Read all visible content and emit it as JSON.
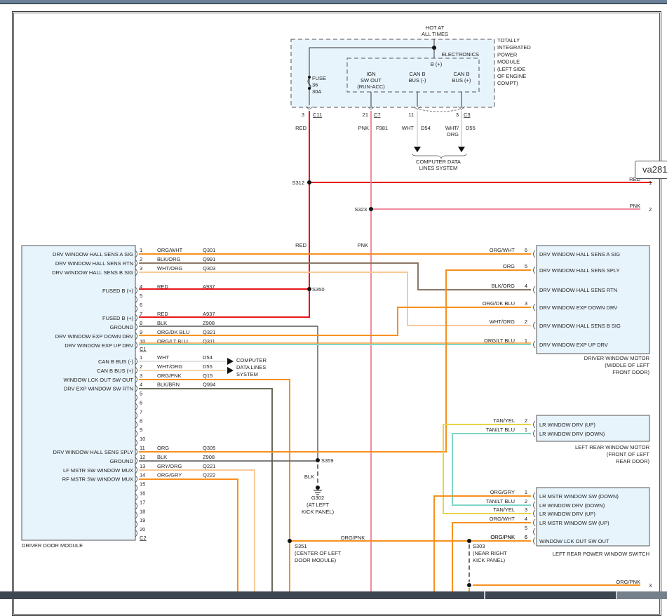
{
  "colors": {
    "red": "#e8151b",
    "pink": "#f08ca0",
    "org": "#f7901e",
    "org_light": "#f8c99a",
    "blk": "#555555",
    "brown": "#8b7765",
    "ltblu": "#7fd6c8",
    "yel": "#e8d545",
    "wht": "#d9d9d9",
    "module_fill": "#e8f4fc"
  },
  "tipm": {
    "hot_label": [
      "HOT AT",
      "ALL TIMES"
    ],
    "title": [
      "TOTALLY",
      "INTEGRATED",
      "POWER",
      "MODULE",
      "(LEFT SIDE",
      "OF ENGINE",
      "COMPT)"
    ],
    "electronics": "ELECTRONICS",
    "bplus": "B (+)",
    "fuse": [
      "FUSE",
      "36",
      "30A"
    ],
    "outputs": [
      {
        "label": [
          "IGN",
          "SW OUT",
          "(RUN-ACC)"
        ],
        "pin": "21",
        "conn": "C7",
        "color": "PNK",
        "circuit": "F981"
      },
      {
        "label": [
          "CAN B",
          "BUS (-)"
        ],
        "pin": "11",
        "conn": "",
        "color": "WHT",
        "circuit": "D54"
      },
      {
        "label": [
          "CAN B",
          "BUS (+)"
        ],
        "pin": "3",
        "conn": "C3",
        "color": "WHT/ ORG",
        "circuit": "D55"
      }
    ],
    "fuse_pin": "3",
    "fuse_conn": "C11",
    "fuse_color": "RED"
  },
  "cdl_label": [
    "COMPUTER DATA",
    "LINES SYSTEM"
  ],
  "splices": {
    "s312": "S312",
    "s323": "S323",
    "s350": "S350",
    "s359": "S359",
    "s351": [
      "S351",
      "(CENTER OF LEFT",
      "DOOR MODULE)"
    ],
    "s303": [
      "S303",
      "(NEAR RIGHT",
      "KICK PANEL)"
    ]
  },
  "vert_labels": {
    "red": "RED",
    "pnk": "PNK",
    "blk": "BLK"
  },
  "ground": [
    "G302",
    "(AT LEFT",
    "KICK PANEL)"
  ],
  "right_edge": [
    {
      "color": "RED",
      "pin": "1"
    },
    {
      "color": "PNK",
      "pin": "2"
    },
    {
      "color": "ORG/PNK",
      "pin": "3"
    }
  ],
  "tooltip": "va281",
  "ddm": {
    "title": "DRIVER DOOR MODULE",
    "c1_label": "C1",
    "c2_label": "C2",
    "c1": [
      {
        "pin": "1",
        "name": "DRV WINDOW HALL SENS A SIG",
        "color": "ORG/WHT",
        "circuit": "Q301"
      },
      {
        "pin": "2",
        "name": "DRV WINDOW HALL SENS RTN",
        "color": "BLK/ORG",
        "circuit": "Q991"
      },
      {
        "pin": "3",
        "name": "DRV WINDOW HALL SENS B SIG",
        "color": "WHT/ORG",
        "circuit": "Q303"
      },
      {
        "pin": "4",
        "name": "FUSED B (+)",
        "color": "RED",
        "circuit": "A937"
      },
      {
        "pin": "5",
        "name": "",
        "color": "",
        "circuit": ""
      },
      {
        "pin": "6",
        "name": "",
        "color": "",
        "circuit": ""
      },
      {
        "pin": "7",
        "name": "FUSED B (+)",
        "color": "RED",
        "circuit": "A937"
      },
      {
        "pin": "8",
        "name": "GROUND",
        "color": "BLK",
        "circuit": "Z908"
      },
      {
        "pin": "9",
        "name": "DRV WINDOW EXP DOWN DRV",
        "color": "ORG/DK BLU",
        "circuit": "Q321"
      },
      {
        "pin": "10",
        "name": "DRV WINDOW EXP UP DRV",
        "color": "ORG/LT BLU",
        "circuit": "Q311"
      }
    ],
    "c2": [
      {
        "pin": "1",
        "name": "CAN B BUS (-)",
        "color": "WHT",
        "circuit": "D54"
      },
      {
        "pin": "2",
        "name": "CAN B BUS (+)",
        "color": "WHT/ORG",
        "circuit": "D55"
      },
      {
        "pin": "3",
        "name": "WINDOW LCK OUT SW OUT",
        "color": "ORG/PNK",
        "circuit": "Q15"
      },
      {
        "pin": "4",
        "name": "DRV EXP WINDOW SW RTN",
        "color": "BLK/BRN",
        "circuit": "Q994"
      },
      {
        "pin": "5",
        "name": "",
        "color": "",
        "circuit": ""
      },
      {
        "pin": "6",
        "name": "",
        "color": "",
        "circuit": ""
      },
      {
        "pin": "7",
        "name": "",
        "color": "",
        "circuit": ""
      },
      {
        "pin": "8",
        "name": "",
        "color": "",
        "circuit": ""
      },
      {
        "pin": "9",
        "name": "",
        "color": "",
        "circuit": ""
      },
      {
        "pin": "10",
        "name": "",
        "color": "",
        "circuit": ""
      },
      {
        "pin": "11",
        "name": "DRV WINDOW HALL SENS SPLY",
        "color": "ORG",
        "circuit": "Q305"
      },
      {
        "pin": "12",
        "name": "GROUND",
        "color": "BLK",
        "circuit": "Z908"
      },
      {
        "pin": "13",
        "name": "LF MSTR SW WINDOW MUX",
        "color": "GRY/ORG",
        "circuit": "Q221"
      },
      {
        "pin": "14",
        "name": "RF MSTR SW WINDOW MUX",
        "color": "ORG/GRY",
        "circuit": "Q222"
      },
      {
        "pin": "15",
        "name": "",
        "color": "",
        "circuit": ""
      },
      {
        "pin": "16",
        "name": "",
        "color": "",
        "circuit": ""
      },
      {
        "pin": "17",
        "name": "",
        "color": "",
        "circuit": ""
      },
      {
        "pin": "18",
        "name": "",
        "color": "",
        "circuit": ""
      },
      {
        "pin": "19",
        "name": "",
        "color": "",
        "circuit": ""
      },
      {
        "pin": "20",
        "name": "",
        "color": "",
        "circuit": ""
      }
    ],
    "cdl_label": [
      "COMPUTER",
      "DATA LINES",
      "SYSTEM"
    ]
  },
  "motor": {
    "title": [
      "DRIVER WINDOW MOTOR",
      "(MIDDLE OF LEFT",
      "FRONT DOOR)"
    ],
    "pins": [
      {
        "pin": "6",
        "name": "DRV WINDOW HALL SENS A SIG",
        "color": "ORG/WHT"
      },
      {
        "pin": "5",
        "name": "DRV WINDOW HALL SENS SPLY",
        "color": "ORG"
      },
      {
        "pin": "4",
        "name": "DRV WINDOW HALL SENS RTN",
        "color": "BLK/ORG"
      },
      {
        "pin": "3",
        "name": "DRV WINDOW EXP DOWN DRV",
        "color": "ORG/DK BLU"
      },
      {
        "pin": "2",
        "name": "DRV WINDOW HALL SENS B SIG",
        "color": "WHT/ORG"
      },
      {
        "pin": "1",
        "name": "DRV WINDOW EXP UP DRV",
        "color": "ORG/LT BLU"
      }
    ]
  },
  "lr_motor": {
    "title": [
      "LEFT REAR WINDOW MOTOR",
      "(FRONT OF LEFT",
      "REAR DOOR)"
    ],
    "pins": [
      {
        "pin": "2",
        "name": "LR WINDOW DRV (UP)",
        "color": "TAN/YEL"
      },
      {
        "pin": "1",
        "name": "LR WINDOW DRV (DOWN)",
        "color": "TAN/LT BLU"
      }
    ]
  },
  "lr_switch": {
    "title": "LEFT REAR POWER WINDOW SWITCH",
    "pins": [
      {
        "pin": "1",
        "name": "LR MSTR WINDOW SW (DOWN)",
        "color": "ORG/GRY"
      },
      {
        "pin": "2",
        "name": "LR WINDOW DRV (DOWN)",
        "color": "TAN/LT BLU"
      },
      {
        "pin": "3",
        "name": "LR WINDOW DRV (UP)",
        "color": "TAN/YEL"
      },
      {
        "pin": "4",
        "name": "LR MSTR WINDOW SW (UP)",
        "color": "ORG/WHT"
      },
      {
        "pin": "5",
        "name": "",
        "color": ""
      },
      {
        "pin": "6",
        "name": "WINDOW LCK OUT SW OUT",
        "color": "ORG/PNK"
      }
    ]
  },
  "s351_wire_color": "ORG/PNK",
  "s303_wire_color": "ORG/PNK"
}
